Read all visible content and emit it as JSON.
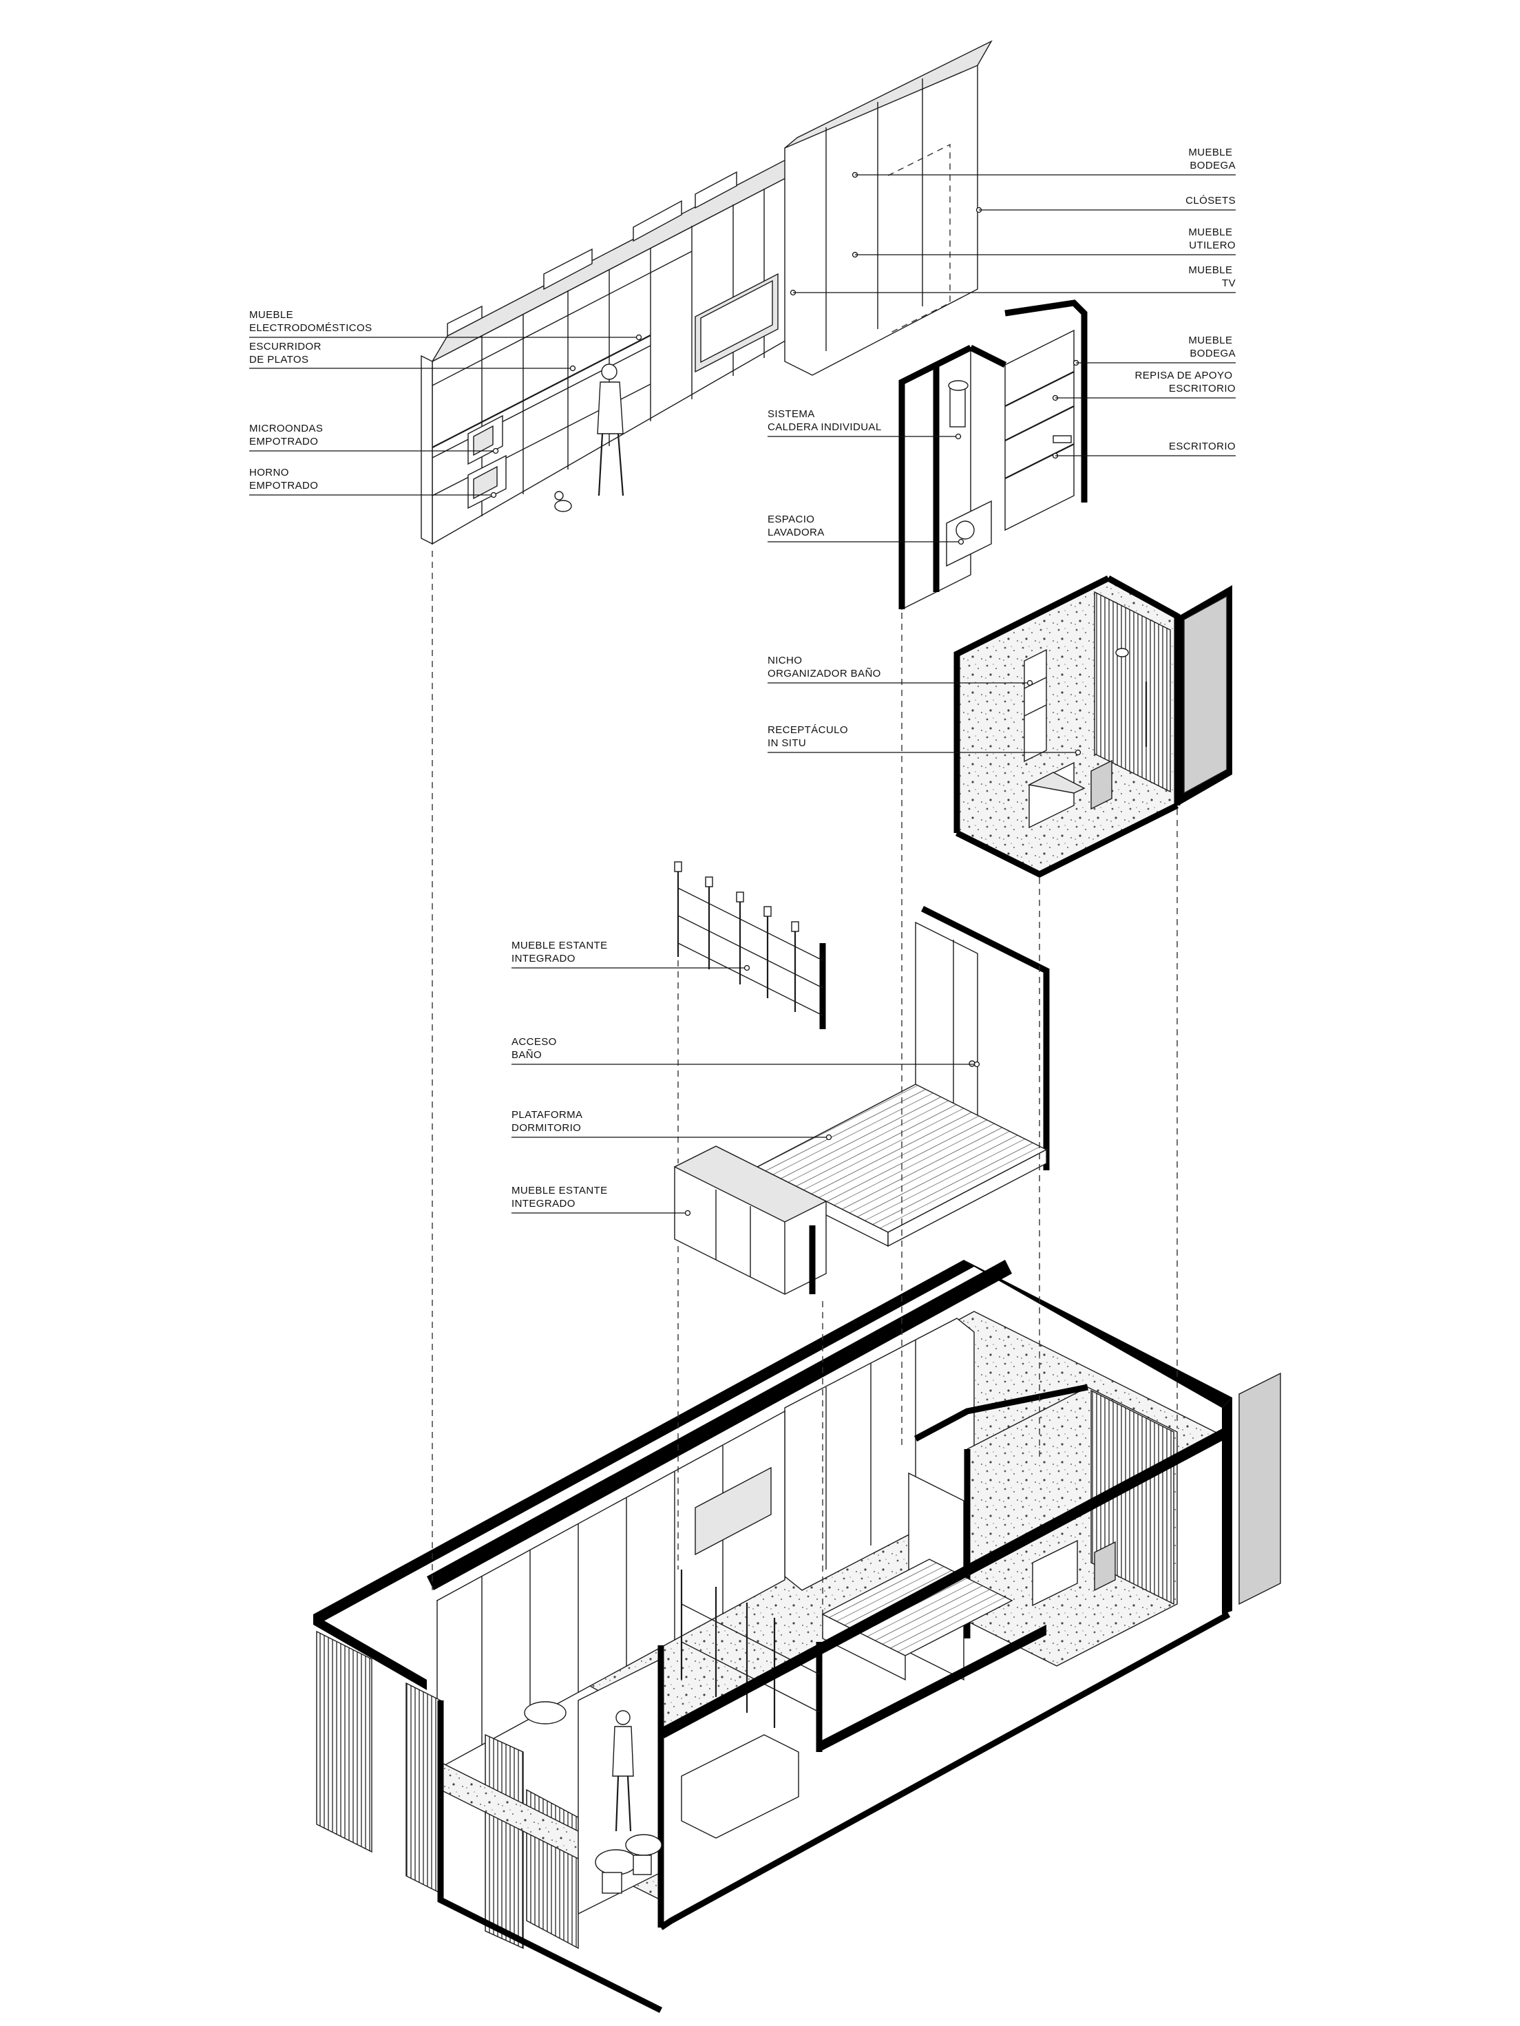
{
  "labels_left": [
    {
      "id": "mueble-electrodomesticos",
      "lines": [
        "MUEBLE",
        "ELECTRODOMÉSTICOS"
      ]
    },
    {
      "id": "escurridor-de-platos",
      "lines": [
        "ESCURRIDOR",
        "DE PLATOS"
      ]
    },
    {
      "id": "microondas-empotrado",
      "lines": [
        "MICROONDAS",
        "EMPOTRADO"
      ]
    },
    {
      "id": "horno-empotrado",
      "lines": [
        "HORNO",
        "EMPOTRADO"
      ]
    },
    {
      "id": "sistema-caldera-individual",
      "lines": [
        "SISTEMA",
        "CALDERA INDIVIDUAL"
      ]
    },
    {
      "id": "espacio-lavadora",
      "lines": [
        "ESPACIO",
        "LAVADORA"
      ]
    },
    {
      "id": "nicho-organizador-bano",
      "lines": [
        "NICHO",
        "ORGANIZADOR BAÑO"
      ]
    },
    {
      "id": "receptaculo-in-situ",
      "lines": [
        "RECEPTÁCULO",
        "IN SITU"
      ]
    },
    {
      "id": "mueble-estante-integrado-1",
      "lines": [
        "MUEBLE ESTANTE",
        "INTEGRADO"
      ]
    },
    {
      "id": "acceso-bano",
      "lines": [
        "ACCESO",
        "BAÑO"
      ]
    },
    {
      "id": "plataforma-dormitorio",
      "lines": [
        "PLATAFORMA",
        "DORMITORIO"
      ]
    },
    {
      "id": "mueble-estante-integrado-2",
      "lines": [
        "MUEBLE ESTANTE",
        "INTEGRADO"
      ]
    }
  ],
  "labels_right": [
    {
      "id": "mueble-bodega-1",
      "lines": [
        "MUEBLE",
        "BODEGA"
      ]
    },
    {
      "id": "closets",
      "lines": [
        "CLÓSETS"
      ]
    },
    {
      "id": "mueble-utilero",
      "lines": [
        "MUEBLE",
        "UTILERO"
      ]
    },
    {
      "id": "mueble-tv",
      "lines": [
        "MUEBLE",
        "TV"
      ]
    },
    {
      "id": "mueble-bodega-2",
      "lines": [
        "MUEBLE",
        "BODEGA"
      ]
    },
    {
      "id": "repisa-de-apoyo-escritorio",
      "lines": [
        "REPISA DE APOYO",
        "ESCRITORIO"
      ]
    },
    {
      "id": "escritorio",
      "lines": [
        "ESCRITORIO"
      ]
    }
  ],
  "colors": {
    "ink": "#111111",
    "wall": "#000000",
    "grey_fill": "#cfcfcf",
    "light_fill": "#e6e6e6"
  }
}
